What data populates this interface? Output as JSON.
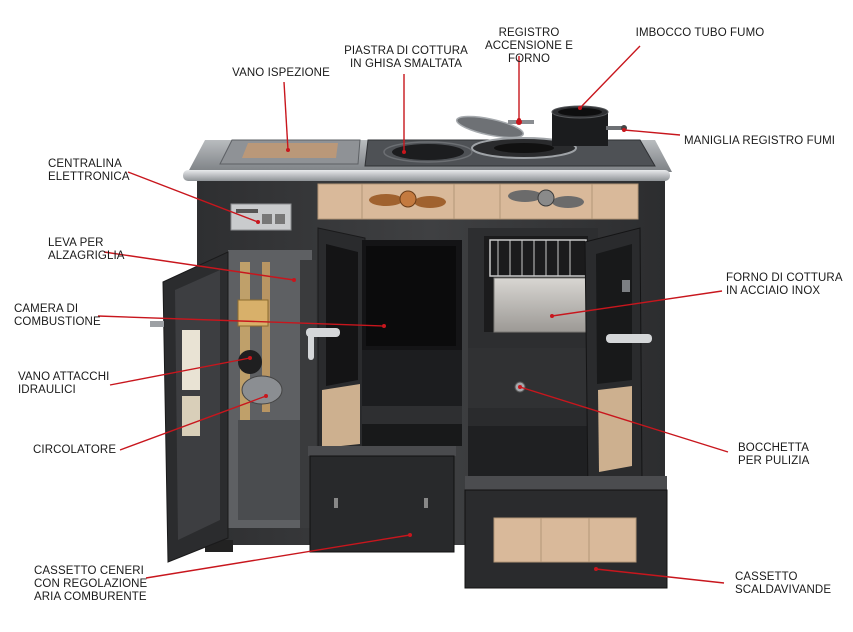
{
  "colors": {
    "leader": "#c8161d",
    "steel": "#3a3b3d",
    "tile": "#d9b99a"
  },
  "labels": {
    "vano_ispezione": "VANO ISPEZIONE",
    "piastra": "PIASTRA DI COTTURA\nIN GHISA SMALTATA",
    "registro": "REGISTRO\nACCENSIONE E FORNO",
    "imbocco": "IMBOCCO TUBO FUMO",
    "maniglia": "MANIGLIA REGISTRO FUMI",
    "centralina": "CENTRALINA\nELETTRONICA",
    "leva": "LEVA PER\nALZAGRIGLIA",
    "camera": "CAMERA DI\nCOMBUSTIONE",
    "vano_attacchi": "VANO ATTACCHI\nIDRAULICI",
    "circolatore": "CIRCOLATORE",
    "cassetto_ceneri": "CASSETTO CENERI\nCON REGOLAZIONE\nARIA COMBURENTE",
    "forno": "FORNO DI COTTURA\nIN ACCIAIO INOX",
    "bocchetta": "BOCCHETTA\nPER PULIZIA",
    "cassetto_scalda": "CASSETTO\nSCALDAVIVANDE"
  }
}
